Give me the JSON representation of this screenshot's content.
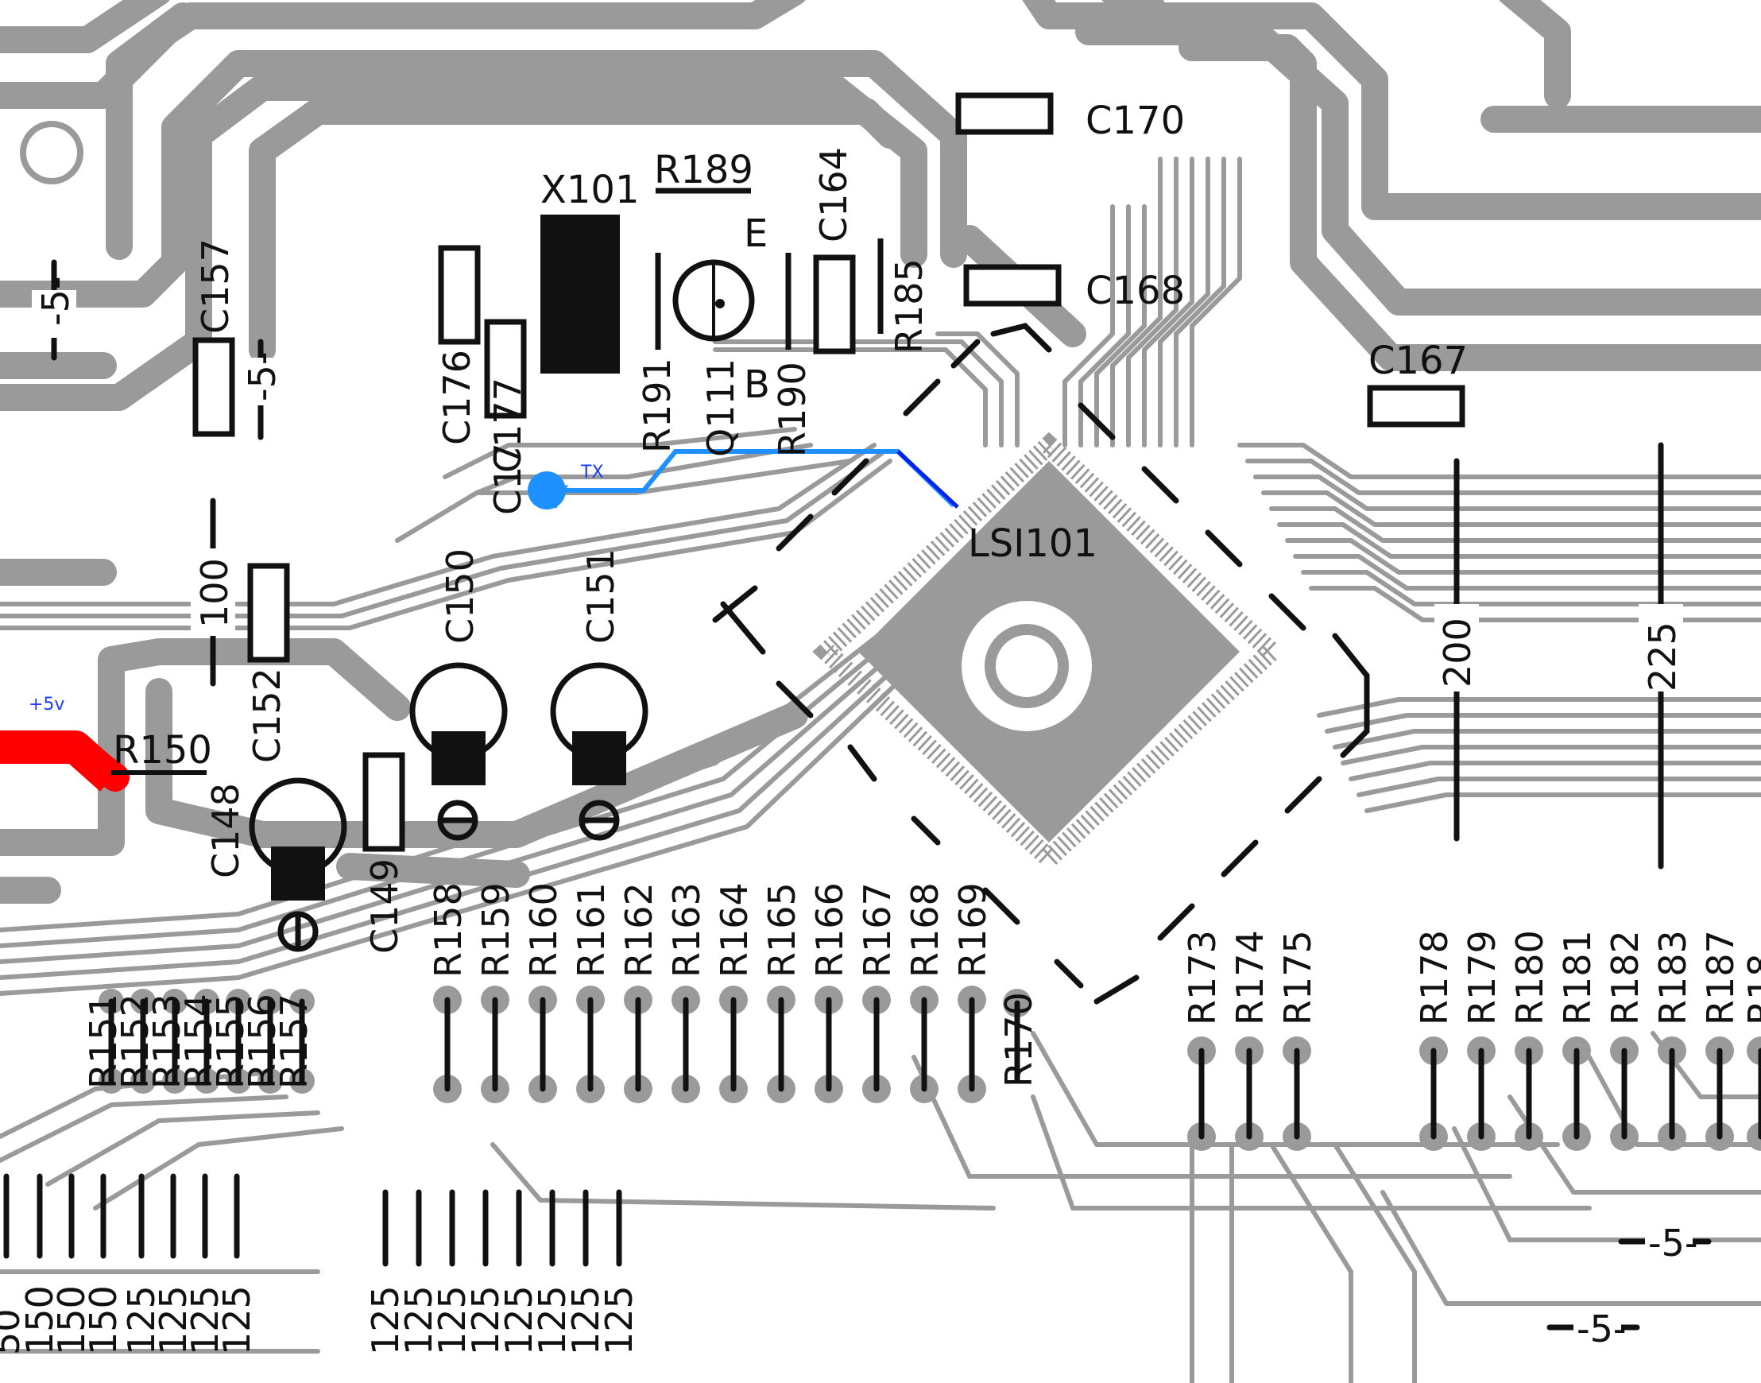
{
  "board": {
    "chip_label": "LSI101",
    "crystal_label": "X101",
    "transistor_label": "Q111",
    "transistor_pins": {
      "e": "E",
      "b": "B"
    },
    "highlighted_nets": [
      {
        "name": "+5v",
        "color": "#ff0000"
      },
      {
        "name": "TX",
        "color": "#1e90ff"
      }
    ],
    "capacitors": [
      "C170",
      "C168",
      "C167",
      "C164",
      "C157",
      "C176",
      "C177",
      "C17",
      "C152",
      "C150",
      "C151",
      "C148",
      "C149"
    ],
    "resistors_top": [
      "R189",
      "R191",
      "R190",
      "R185",
      "R150"
    ],
    "resistors_left_row": [
      "R151",
      "R152",
      "R153",
      "R154",
      "R155",
      "R156",
      "R157"
    ],
    "resistors_mid_row": [
      "R158",
      "R159",
      "R160",
      "R161",
      "R162",
      "R163",
      "R164",
      "R165",
      "R166",
      "R167",
      "R168",
      "R169"
    ],
    "resistors_right_row": [
      "R170",
      "R173",
      "R174",
      "R175",
      "R178",
      "R179",
      "R180",
      "R181",
      "R182",
      "R183",
      "R187",
      "R18"
    ],
    "dimension_marks": {
      "left_5a": "-5-",
      "left_5b": "-5-",
      "left_100": "100",
      "right_200": "200",
      "right_225": "225",
      "bottom_5a": "-5-",
      "bottom_5b": "-5-"
    },
    "bottom_values_left": [
      "50",
      "150",
      "150",
      "150",
      "125",
      "125",
      "125",
      "125"
    ],
    "bottom_values_mid": [
      "125",
      "125",
      "125",
      "125",
      "125",
      "125",
      "125",
      "125"
    ]
  }
}
